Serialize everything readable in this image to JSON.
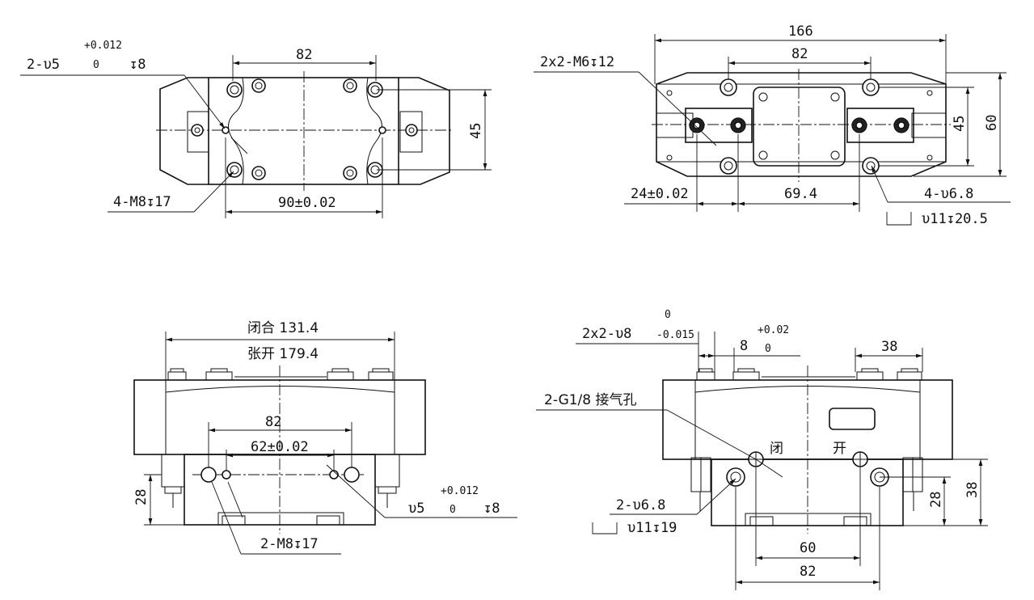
{
  "top_left": {
    "dia_hole": "2-υ5",
    "tol_plus": "+0.012",
    "tol_zero": "0",
    "depth": "↧8",
    "dim_82": "82",
    "dim_45": "45",
    "thread": "4-M8↧17",
    "dim_90": "90±0.02"
  },
  "top_right": {
    "dim_166": "166",
    "dim_82": "82",
    "thread": "2x2-M6↧12",
    "dim_45": "45",
    "dim_60": "60",
    "dim_24": "24±0.02",
    "dim_69": "69.4",
    "through": "4-υ6.8",
    "cbore_box": "⊔",
    "cbore": "υ11↧20.5"
  },
  "bottom_left": {
    "closed": "闭合 131.4",
    "open": "张开 179.4",
    "dim_82": "82",
    "dim_62": "62±0.02",
    "dim_28": "28",
    "dia_hole": "υ5",
    "tol_plus": "+0.012",
    "tol_zero": "0",
    "depth": "↧8",
    "thread": "2-M8↧17"
  },
  "bottom_right": {
    "pin": "2x2-υ8",
    "pin_tol_top": "0",
    "pin_tol_bottom": "-0.015",
    "dim_8": "8",
    "tol_plus": "+0.02",
    "tol_zero": "0",
    "dim_38_top": "38",
    "air_port": "2-G1/8 接气孔",
    "label_close": "闭",
    "label_open": "开",
    "through": "2-υ6.8",
    "cbore_box": "⊔",
    "cbore": "υ11↧19",
    "dim_28": "28",
    "dim_38": "38",
    "dim_60": "60",
    "dim_82": "82"
  }
}
